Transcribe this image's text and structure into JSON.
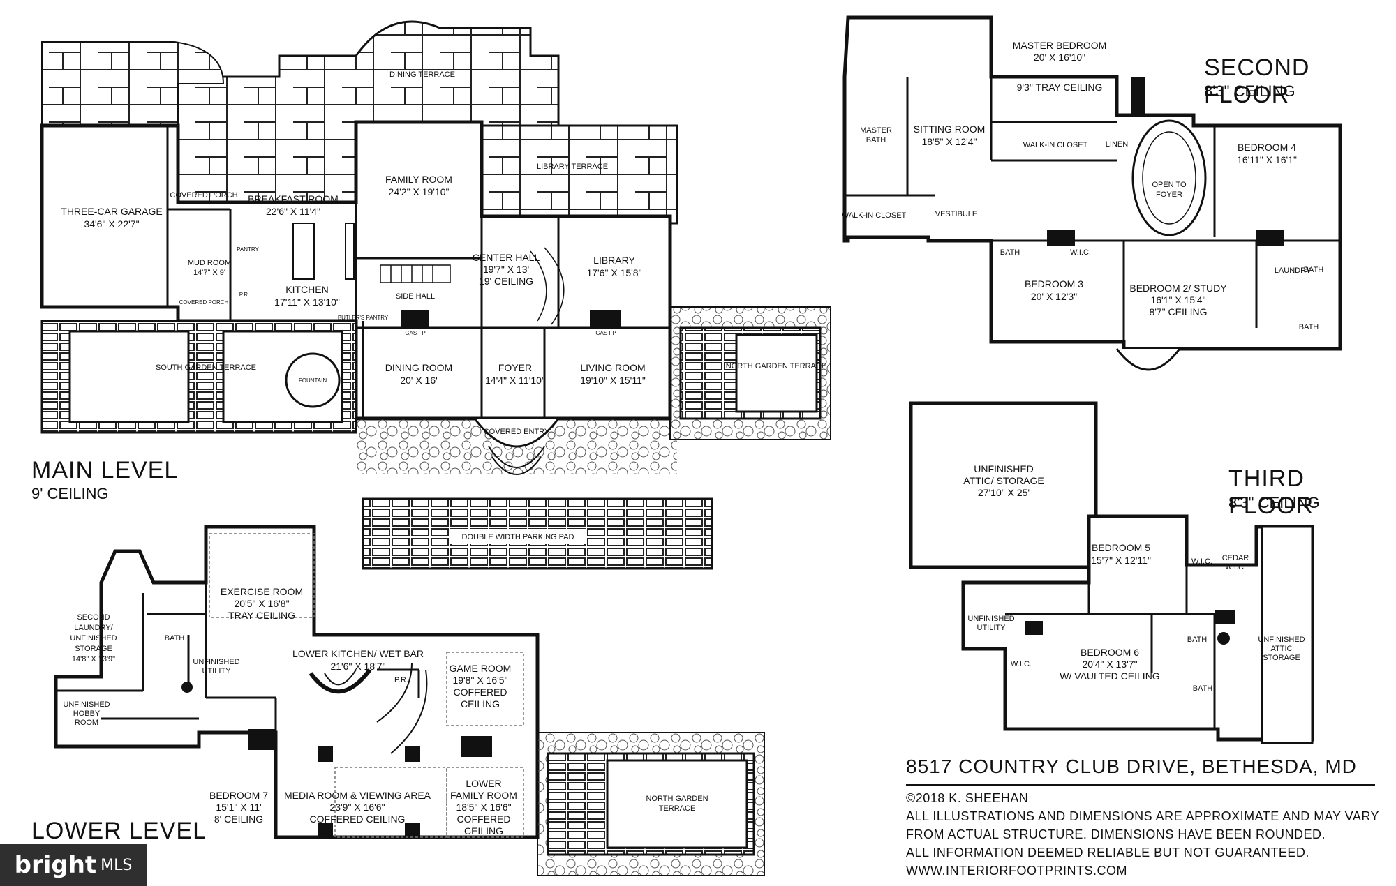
{
  "main_level": {
    "title": "MAIN LEVEL",
    "ceiling": "9' CEILING",
    "rooms": [
      {
        "id": "dining-terrace",
        "name": "DINING TERRACE"
      },
      {
        "id": "library-terrace",
        "name": "LIBRARY TERRACE"
      },
      {
        "id": "family-room",
        "name": "FAMILY ROOM",
        "dim": "24'2\" X 19'10\""
      },
      {
        "id": "breakfast-room",
        "name": "BREAKFAST ROOM",
        "dim": "22'6\" X 11'4\""
      },
      {
        "id": "three-car-garage",
        "name": "THREE-CAR GARAGE",
        "dim": "34'6\" X 22'7\""
      },
      {
        "id": "covered-porch",
        "name": "COVERED PORCH"
      },
      {
        "id": "mud-room",
        "name": "MUD ROOM",
        "dim": "14'7\" X 9'"
      },
      {
        "id": "kitchen",
        "name": "KITCHEN",
        "dim": "17'11\" X 13'10\""
      },
      {
        "id": "side-hall",
        "name": "SIDE HALL"
      },
      {
        "id": "center-hall",
        "name": "CENTER HALL",
        "dim": "19'7\" X 13'",
        "extra": "19' CEILING"
      },
      {
        "id": "library",
        "name": "LIBRARY",
        "dim": "17'6\" X 15'8\""
      },
      {
        "id": "dining-room",
        "name": "DINING ROOM",
        "dim": "20' X 16'"
      },
      {
        "id": "foyer",
        "name": "FOYER",
        "dim": "14'4\" X 11'10\""
      },
      {
        "id": "living-room",
        "name": "LIVING ROOM",
        "dim": "19'10\" X 15'11\""
      },
      {
        "id": "south-garden-terrace",
        "name": "SOUTH GARDEN TERRACE"
      },
      {
        "id": "fountain",
        "name": "FOUNTAIN"
      },
      {
        "id": "north-garden-terrace",
        "name": "NORTH GARDEN TERRACE"
      },
      {
        "id": "covered-entry",
        "name": "COVERED ENTRY"
      },
      {
        "id": "parking-pad",
        "name": "DOUBLE WIDTH PARKING PAD"
      }
    ],
    "small_labels": {
      "butlers_pantry": "BUTLER'S PANTRY",
      "pr": "P.R.",
      "pantry": "PANTRY",
      "covered_porch_small": "COVERED PORCH",
      "gas_fp": "GAS FP"
    }
  },
  "second_floor": {
    "title": "SECOND FLOOR",
    "ceiling": "8'3\" CEILING",
    "rooms": [
      {
        "id": "master-bedroom",
        "name": "MASTER BEDROOM",
        "dim": "20' X 16'10\"",
        "extra": "9'3\" TRAY CEILING"
      },
      {
        "id": "master-bath",
        "name": "MASTER BATH"
      },
      {
        "id": "sitting-room",
        "name": "SITTING ROOM",
        "dim": "18'5\" X 12'4\""
      },
      {
        "id": "walk-in-closet-1",
        "name": "WALK-IN CLOSET"
      },
      {
        "id": "linen",
        "name": "LINEN"
      },
      {
        "id": "open-to-foyer",
        "name": "OPEN TO FOYER"
      },
      {
        "id": "bedroom-4",
        "name": "BEDROOM 4",
        "dim": "16'11\" X 16'1\""
      },
      {
        "id": "walk-in-closet-2",
        "name": "WALK-IN CLOSET"
      },
      {
        "id": "vestibule",
        "name": "VESTIBULE"
      },
      {
        "id": "bath-a",
        "name": "BATH"
      },
      {
        "id": "wic-a",
        "name": "W.I.C."
      },
      {
        "id": "bedroom-3",
        "name": "BEDROOM 3",
        "dim": "20' X 12'3\""
      },
      {
        "id": "bedroom-2",
        "name": "BEDROOM 2/ STUDY",
        "dim": "16'1\" X 15'4\"",
        "extra": "8'7\" CEILING"
      },
      {
        "id": "laundry",
        "name": "LAUNDRY"
      },
      {
        "id": "bath-b",
        "name": "BATH"
      },
      {
        "id": "bath-c",
        "name": "BATH"
      }
    ]
  },
  "third_floor": {
    "title": "THIRD FLOOR",
    "ceiling": "8'3\" CEILING",
    "rooms": [
      {
        "id": "unfinished-attic",
        "name": "UNFINISHED ATTIC/ STORAGE",
        "dim": "27'10\" X 25'"
      },
      {
        "id": "bedroom-5",
        "name": "BEDROOM 5",
        "dim": "15'7\" X 12'11\""
      },
      {
        "id": "wic-3a",
        "name": "W.I.C."
      },
      {
        "id": "cedar-wic",
        "name": "CEDAR W.I.C."
      },
      {
        "id": "unfinished-utility-3",
        "name": "UNFINISHED UTILITY"
      },
      {
        "id": "bedroom-6",
        "name": "BEDROOM 6",
        "dim": "20'4\" X 13'7\"",
        "extra": "W/ VAULTED CEILING"
      },
      {
        "id": "wic-3b",
        "name": "W.I.C."
      },
      {
        "id": "bath-3a",
        "name": "BATH"
      },
      {
        "id": "bath-3b",
        "name": "BATH"
      },
      {
        "id": "unfinished-attic-storage",
        "name": "UNFINISHED ATTIC STORAGE"
      }
    ]
  },
  "lower_level": {
    "title": "LOWER LEVEL",
    "rooms": [
      {
        "id": "exercise-room",
        "name": "EXERCISE ROOM",
        "dim": "20'5\" X 16'8\"",
        "extra": "TRAY CEILING"
      },
      {
        "id": "second-laundry",
        "name": "SECOND LAUNDRY/ UNFINISHED STORAGE",
        "dim": "14'8\" X 13'9\""
      },
      {
        "id": "bath-l",
        "name": "BATH"
      },
      {
        "id": "unfinished-utility",
        "name": "UNFINISHED UTILITY"
      },
      {
        "id": "lower-kitchen",
        "name": "LOWER KITCHEN/ WET BAR",
        "dim": "21'6\" X 18'7\""
      },
      {
        "id": "game-room",
        "name": "GAME ROOM",
        "dim": "19'8\" X 16'5\"",
        "extra": "COFFERED CEILING"
      },
      {
        "id": "pr-l",
        "name": "P.R."
      },
      {
        "id": "hobby-room",
        "name": "UNFINISHED HOBBY ROOM"
      },
      {
        "id": "bedroom-7",
        "name": "BEDROOM 7",
        "dim": "15'1\" X 11'",
        "extra": "8' CEILING"
      },
      {
        "id": "media-room",
        "name": "MEDIA ROOM & VIEWING AREA",
        "dim": "23'9\" X 16'6\"",
        "extra": "COFFERED CEILING"
      },
      {
        "id": "lower-family-room",
        "name": "LOWER FAMILY ROOM",
        "dim": "18'5\" X 16'6\"",
        "extra": "COFFERED CEILING"
      },
      {
        "id": "north-garden-terrace-l",
        "name": "NORTH GARDEN TERRACE"
      }
    ]
  },
  "footer": {
    "address": "8517 COUNTRY CLUB DRIVE, BETHESDA, MD",
    "copyright": "©2018 K. SHEEHAN",
    "disclaimer_1": "ALL ILLUSTRATIONS AND DIMENSIONS ARE APPROXIMATE AND MAY VARY",
    "disclaimer_2": "FROM ACTUAL STRUCTURE. DIMENSIONS HAVE BEEN ROUNDED.",
    "disclaimer_3": "ALL INFORMATION DEEMED RELIABLE BUT NOT GUARANTEED.",
    "website": "WWW.INTERIORFOOTPRINTS.COM",
    "brand": "bright",
    "brand_suffix": "MLS"
  }
}
